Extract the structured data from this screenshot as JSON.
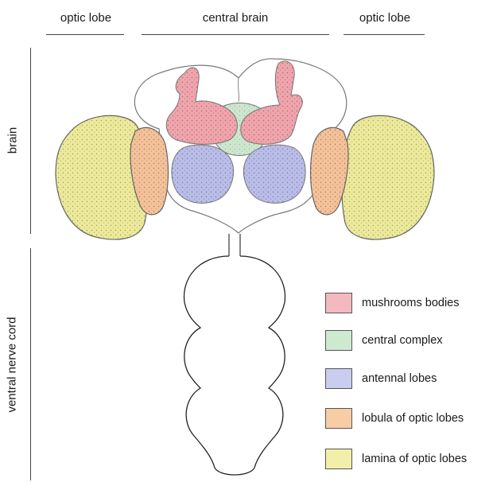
{
  "headers": {
    "left": "optic lobe",
    "center": "central brain",
    "right": "optic lobe"
  },
  "side_labels": {
    "upper": "brain",
    "lower": "ventral nerve cord"
  },
  "legend": [
    {
      "label": "mushrooms bodies",
      "color": "#f4b8bf"
    },
    {
      "label": "central complex",
      "color": "#cfe9d1"
    },
    {
      "label": "antennal lobes",
      "color": "#c9cdef"
    },
    {
      "label": "lobula of optic lobes",
      "color": "#f7cda6"
    },
    {
      "label": "lamina of optic lobes",
      "color": "#f2f0a8"
    }
  ],
  "colors": {
    "mushroom": "#f0a4ac",
    "central": "#cde7cf",
    "antennal": "#b9bde8",
    "lobula": "#f4c199",
    "lamina": "#ecea9a",
    "outline": "#666666"
  }
}
